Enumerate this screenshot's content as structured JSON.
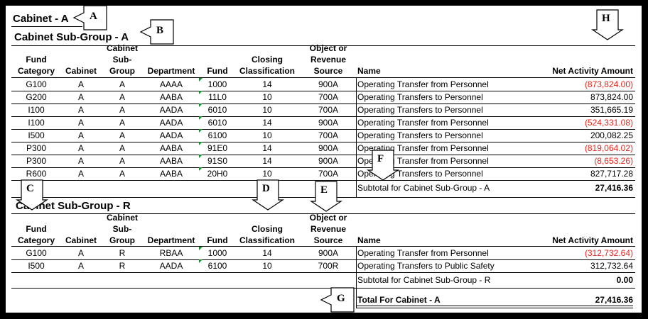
{
  "cabinet_title": "Cabinet - A",
  "headers": {
    "fund_category": [
      "Fund",
      "Category"
    ],
    "cabinet": [
      "Cabinet"
    ],
    "cabinet_sub_group": [
      "Cabinet",
      "Sub-",
      "Group"
    ],
    "department": [
      "Department"
    ],
    "fund": [
      "Fund"
    ],
    "closing_classification": [
      "Closing",
      "Classification"
    ],
    "object_or_revenue_source": [
      "Object or",
      "Revenue",
      "Source"
    ],
    "name": [
      "Name"
    ],
    "net_activity_amount": [
      "Net Activity Amount"
    ]
  },
  "sub_groups": [
    {
      "title": "Cabinet Sub-Group - A",
      "rows": [
        {
          "fund_category": "G100",
          "cabinet": "A",
          "sub_group": "A",
          "department": "AAAA",
          "fund": "1000",
          "closing": "14",
          "object": "900A",
          "name": "Operating Transfer from Personnel",
          "amount": "(873,824.00)",
          "negative": true
        },
        {
          "fund_category": "G200",
          "cabinet": "A",
          "sub_group": "A",
          "department": "AABA",
          "fund": "11L0",
          "closing": "10",
          "object": "700A",
          "name": "Operating Transfers to Personnel",
          "amount": "873,824.00",
          "negative": false
        },
        {
          "fund_category": "I100",
          "cabinet": "A",
          "sub_group": "A",
          "department": "AADA",
          "fund": "6010",
          "closing": "10",
          "object": "700A",
          "name": "Operating Transfers to Personnel",
          "amount": "351,665.19",
          "negative": false
        },
        {
          "fund_category": "I100",
          "cabinet": "A",
          "sub_group": "A",
          "department": "AADA",
          "fund": "6010",
          "closing": "14",
          "object": "900A",
          "name": "Operating Transfer from Personnel",
          "amount": "(524,331.08)",
          "negative": true
        },
        {
          "fund_category": "I500",
          "cabinet": "A",
          "sub_group": "A",
          "department": "AADA",
          "fund": "6100",
          "closing": "10",
          "object": "700A",
          "name": "Operating Transfers to Personnel",
          "amount": "200,082.25",
          "negative": false
        },
        {
          "fund_category": "P300",
          "cabinet": "A",
          "sub_group": "A",
          "department": "AABA",
          "fund": "91E0",
          "closing": "14",
          "object": "900A",
          "name": "Operating Transfer from Personnel",
          "amount": "(819,064.02)",
          "negative": true
        },
        {
          "fund_category": "P300",
          "cabinet": "A",
          "sub_group": "A",
          "department": "AABA",
          "fund": "91S0",
          "closing": "14",
          "object": "900A",
          "name": "Operating Transfer from Personnel",
          "amount": "(8,653.26)",
          "negative": true
        },
        {
          "fund_category": "R600",
          "cabinet": "A",
          "sub_group": "A",
          "department": "AABA",
          "fund": "20H0",
          "closing": "10",
          "object": "700A",
          "name": "Operating Transfers to Personnel",
          "amount": "827,717.28",
          "negative": false
        }
      ],
      "subtotal_label": "Subtotal for Cabinet Sub-Group - A",
      "subtotal_amount": "27,416.36"
    },
    {
      "title": "Cabinet Sub-Group - R",
      "rows": [
        {
          "fund_category": "G100",
          "cabinet": "A",
          "sub_group": "R",
          "department": "RBAA",
          "fund": "1000",
          "closing": "14",
          "object": "900A",
          "name": "Operating Transfer from Personnel",
          "amount": "(312,732.64)",
          "negative": true
        },
        {
          "fund_category": "I500",
          "cabinet": "A",
          "sub_group": "R",
          "department": "AADA",
          "fund": "6100",
          "closing": "10",
          "object": "700R",
          "name": "Operating Transfers to Public Safety",
          "amount": "312,732.64",
          "negative": false
        }
      ],
      "subtotal_label": "Subtotal for Cabinet Sub-Group - R",
      "subtotal_amount": "0.00"
    }
  ],
  "total_label": "Total For Cabinet - A",
  "total_amount": "27,416.36",
  "callouts": [
    "A",
    "B",
    "C",
    "D",
    "E",
    "F",
    "G",
    "H"
  ],
  "colors": {
    "negative": "#e0241b",
    "fund_marker": "#1a8c2e",
    "frame": "#000000"
  }
}
